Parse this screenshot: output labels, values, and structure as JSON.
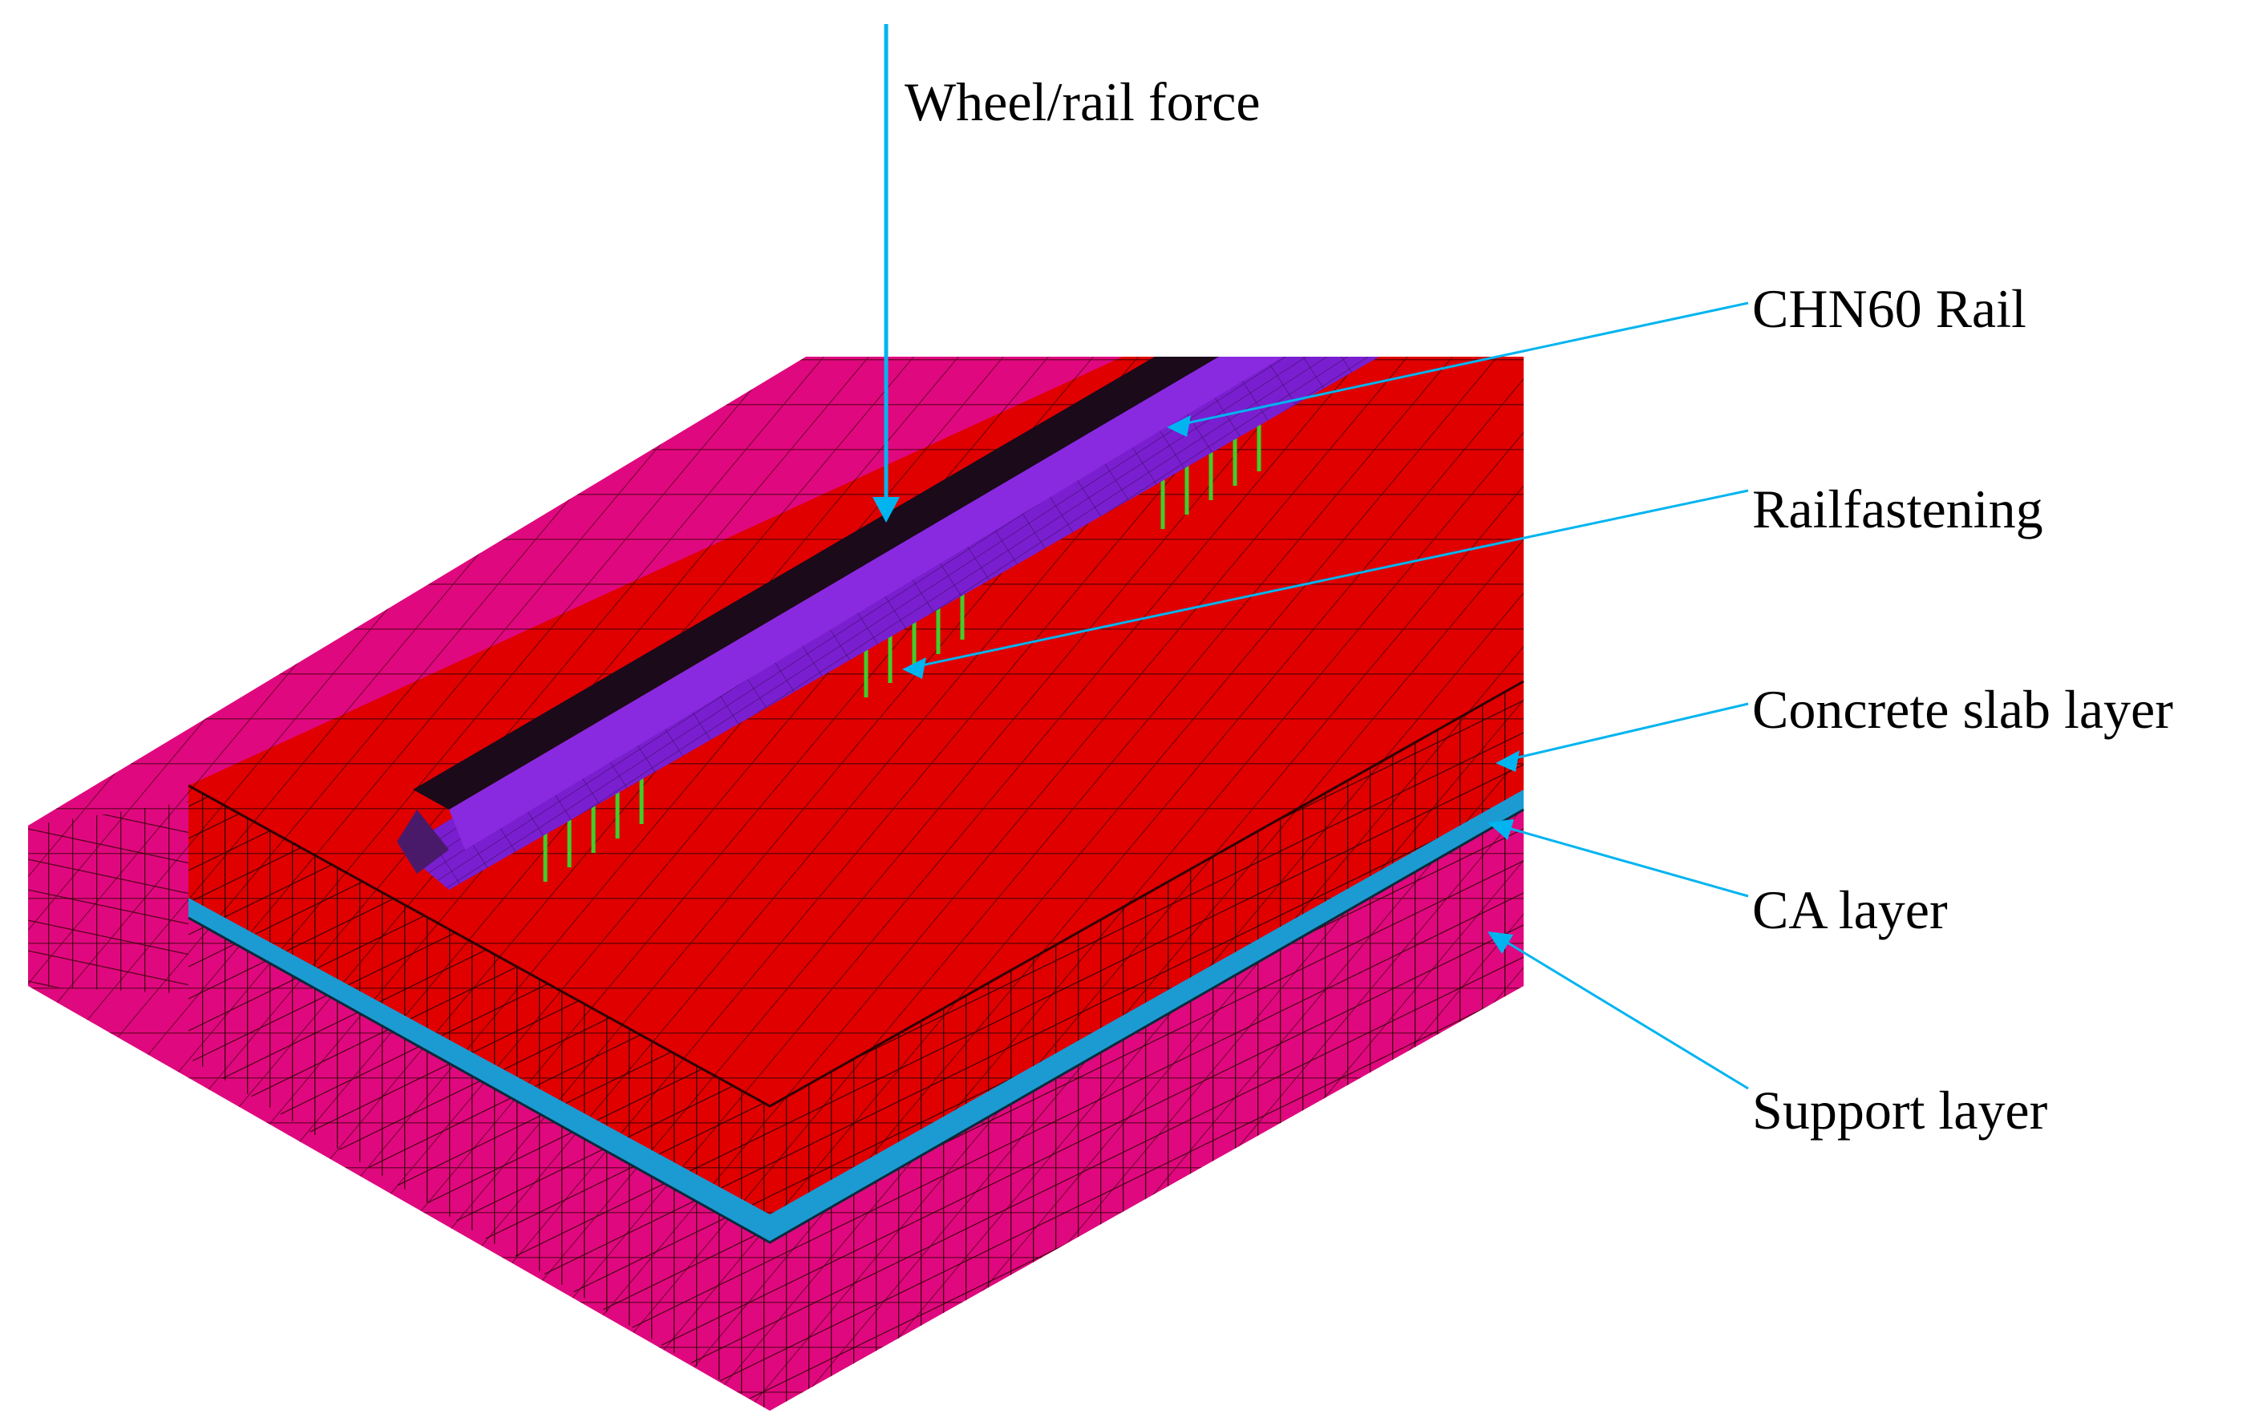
{
  "labels": {
    "force": "Wheel/rail force",
    "rail": "CHN60 Rail",
    "fastening": "Railfastening",
    "slab": "Concrete slab layer",
    "ca": "CA layer",
    "support": "Support layer"
  },
  "colors": {
    "support": "#e0087e",
    "slab": "#e00000",
    "ca": "#1b9bd2",
    "rail": "#7a1fd0",
    "rail_dark": "#1a0a1a",
    "fastening": "#3fcf2a",
    "leader": "#00b4f0",
    "mesh": "#1a0000"
  }
}
